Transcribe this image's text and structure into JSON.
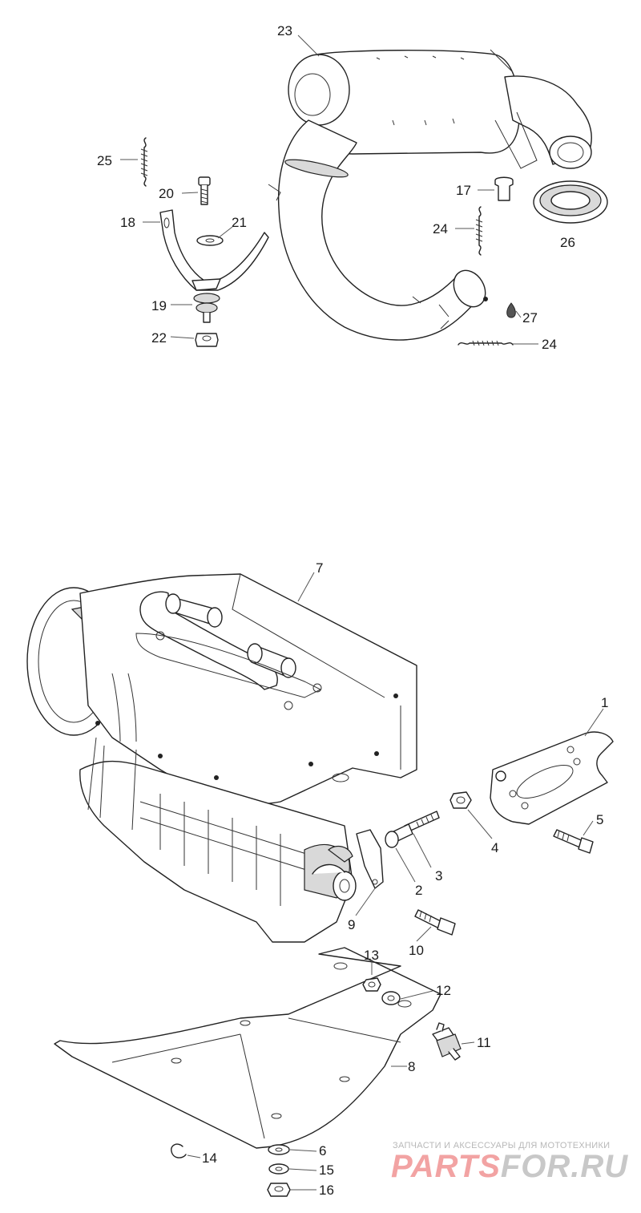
{
  "callouts": [
    {
      "id": "23",
      "label": "23"
    },
    {
      "id": "25",
      "label": "25"
    },
    {
      "id": "20",
      "label": "20"
    },
    {
      "id": "18",
      "label": "18"
    },
    {
      "id": "21",
      "label": "21"
    },
    {
      "id": "19",
      "label": "19"
    },
    {
      "id": "22",
      "label": "22"
    },
    {
      "id": "17",
      "label": "17"
    },
    {
      "id": "24a",
      "label": "24"
    },
    {
      "id": "26",
      "label": "26"
    },
    {
      "id": "27",
      "label": "27"
    },
    {
      "id": "24b",
      "label": "24"
    },
    {
      "id": "7",
      "label": "7"
    },
    {
      "id": "1",
      "label": "1"
    },
    {
      "id": "5",
      "label": "5"
    },
    {
      "id": "4",
      "label": "4"
    },
    {
      "id": "3",
      "label": "3"
    },
    {
      "id": "2",
      "label": "2"
    },
    {
      "id": "9",
      "label": "9"
    },
    {
      "id": "10",
      "label": "10"
    },
    {
      "id": "13",
      "label": "13"
    },
    {
      "id": "12",
      "label": "12"
    },
    {
      "id": "11",
      "label": "11"
    },
    {
      "id": "8",
      "label": "8"
    },
    {
      "id": "14",
      "label": "14"
    },
    {
      "id": "6",
      "label": "6"
    },
    {
      "id": "15",
      "label": "15"
    },
    {
      "id": "16",
      "label": "16"
    }
  ],
  "watermark": {
    "tagline": "ЗАПЧАСТИ И АКСЕССУАРЫ ДЛЯ МОТОТЕХНИКИ",
    "logo_a": "PARTS",
    "logo_b": "FOR.RU",
    "logo_a_color": "#f2a3a3",
    "logo_b_color": "#c8c8c8"
  }
}
